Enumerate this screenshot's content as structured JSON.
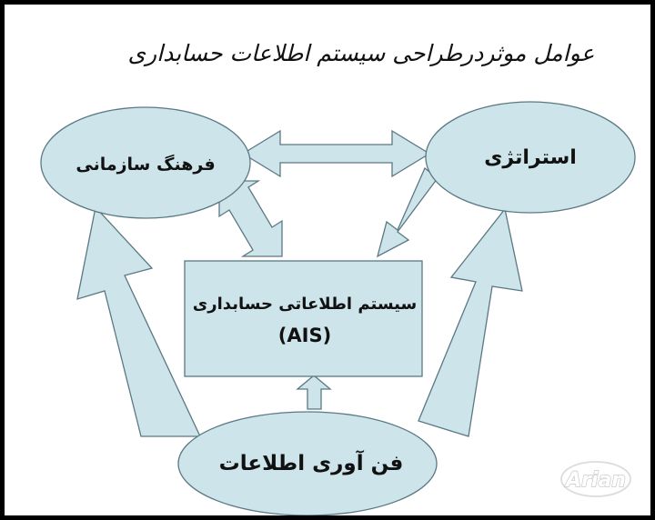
{
  "title": "عوامل موثردرطراحی سیستم اطلاعات حسابداری",
  "colors": {
    "shape_fill": "#cce4ea",
    "shape_stroke": "#5b7883",
    "frame": "#000000",
    "background": "#ffffff"
  },
  "nodes": {
    "culture": {
      "label": "فرهنگ سازمانی",
      "shape": "ellipse"
    },
    "strategy": {
      "label": "استراتژی",
      "shape": "ellipse"
    },
    "ais": {
      "label_line1": "سیستم اطلاعاتی حسابداری",
      "label_line2": "(AIS)",
      "shape": "rectangle"
    },
    "it": {
      "label": "فن آوری اطلاعات",
      "shape": "ellipse"
    }
  },
  "connections": [
    {
      "from": "culture",
      "to": "strategy",
      "type": "bidirectional"
    },
    {
      "from": "culture",
      "to": "ais",
      "type": "bidirectional"
    },
    {
      "from": "strategy",
      "to": "ais",
      "type": "directed"
    },
    {
      "from": "it",
      "to": "ais",
      "type": "directed"
    },
    {
      "from": "it",
      "to": "culture",
      "type": "directed"
    },
    {
      "from": "it",
      "to": "strategy",
      "type": "directed"
    }
  ],
  "watermark": "Arian"
}
